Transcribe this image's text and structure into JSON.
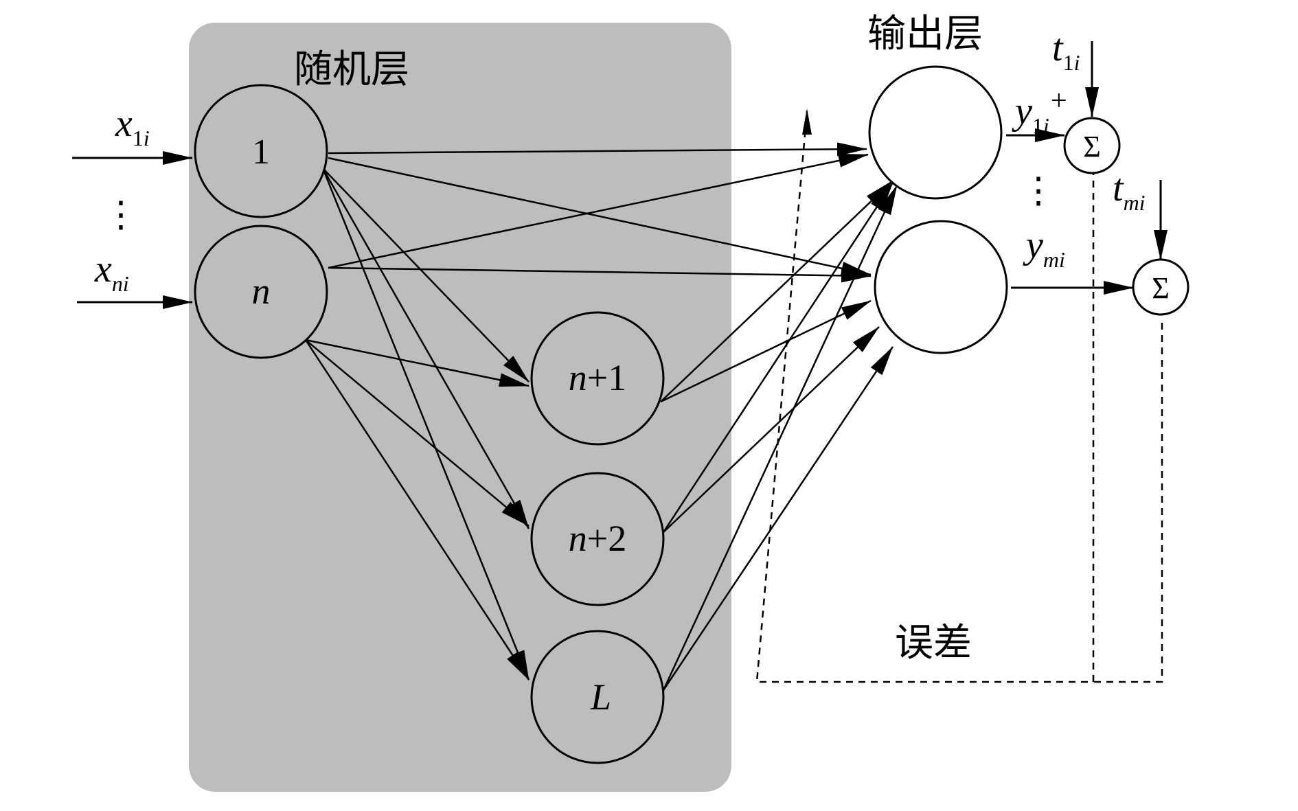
{
  "colors": {
    "panel": "#bdbdbd",
    "stroke": "#000000",
    "node_white": "#ffffff"
  },
  "labels": {
    "random_layer": "随机层",
    "output_layer": "输出层",
    "error": "误差",
    "plus": "+",
    "sum": "Σ",
    "vdots": "⋮"
  },
  "nodes": {
    "input_1": "1",
    "input_n": "n",
    "hidden_n1_var": "n",
    "hidden_n1_suffix": "+1",
    "hidden_n2_var": "n",
    "hidden_n2_suffix": "+2",
    "hidden_L": "L"
  },
  "signals": {
    "x1": {
      "base": "x",
      "sub_num": "1",
      "sub_var": "i"
    },
    "xn": {
      "base": "x",
      "sub": "ni"
    },
    "y1": {
      "base": "y",
      "sub_num": "1",
      "sub_var": "i"
    },
    "ym": {
      "base": "y",
      "sub": "mi"
    },
    "t1": {
      "base": "t",
      "sub_num": "1",
      "sub_var": "i"
    },
    "tm": {
      "base": "t",
      "sub": "mi"
    }
  }
}
